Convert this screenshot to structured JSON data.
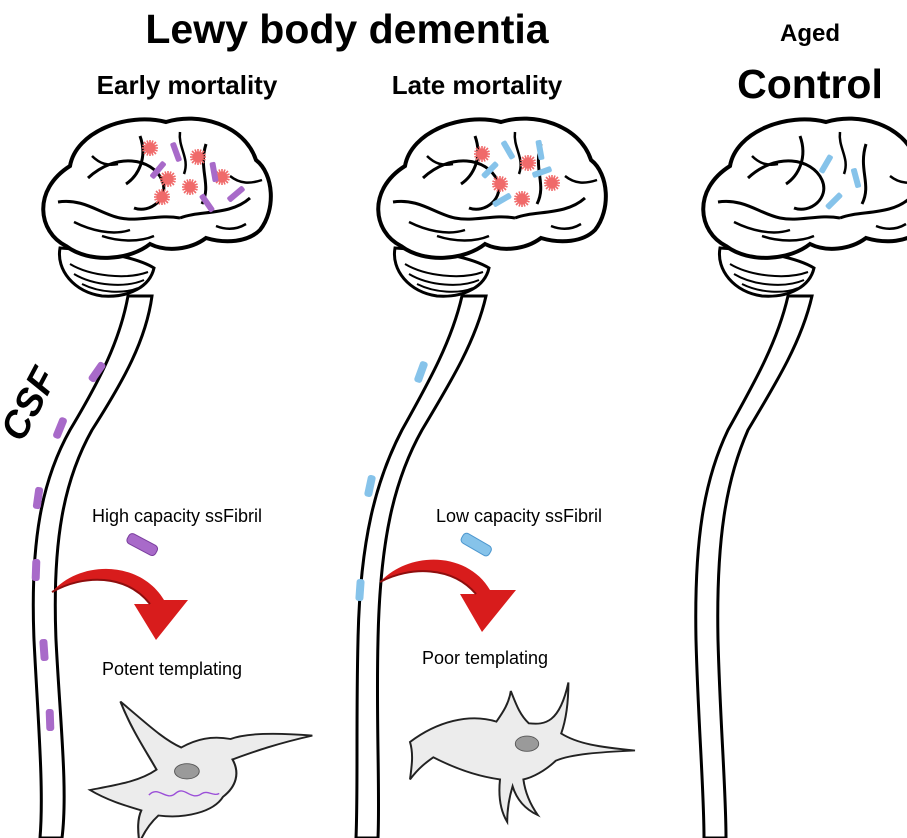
{
  "title": "Lewy body dementia",
  "panels": [
    {
      "id": "early",
      "heading": "Early mortality",
      "fibril_label": "High capacity ssFibril",
      "outcome_label": "Potent templating",
      "fibril_color": "#a86ac9",
      "fibril_color_dark": "#7b3f9e"
    },
    {
      "id": "late",
      "heading": "Late mortality",
      "fibril_label": "Low capacity ssFibril",
      "outcome_label": "Poor templating",
      "fibril_color": "#86c3ea",
      "fibril_color_dark": "#4d97cf"
    },
    {
      "id": "control",
      "heading_small": "Aged",
      "heading": "Control",
      "fibril_color": "#86c3ea",
      "fibril_color_dark": "#4d97cf"
    }
  ],
  "csf_label": "CSF",
  "colors": {
    "lewy_body": "#f06a6a",
    "arrow": "#d81c1c",
    "arrow_dark": "#8e0e0e",
    "neuron_fill": "#ececec",
    "nucleus": "#9a9a9a",
    "fibril_in_neuron": "#9b4fd8"
  },
  "icons": [
    "brain-icon",
    "spinal-cord-icon",
    "lewy-body-icon",
    "fibril-icon",
    "curved-arrow-icon",
    "neuron-icon"
  ]
}
